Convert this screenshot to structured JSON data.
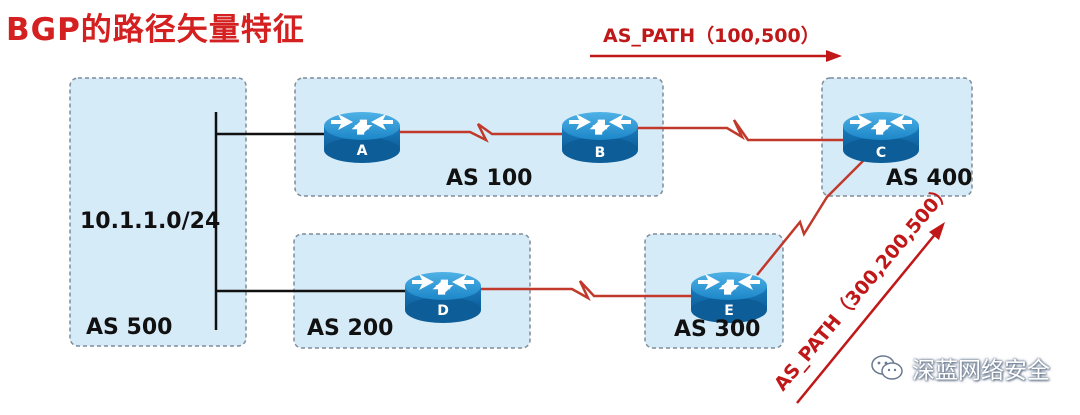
{
  "title": "BGP的路径矢量特征",
  "prefix": "10.1.1.0/24",
  "autonomous_systems": [
    {
      "id": "as500",
      "label": "AS 500"
    },
    {
      "id": "as100",
      "label": "AS 100"
    },
    {
      "id": "as200",
      "label": "AS 200"
    },
    {
      "id": "as300",
      "label": "AS 300"
    },
    {
      "id": "as400",
      "label": "AS 400"
    }
  ],
  "routers": [
    {
      "id": "A",
      "label": "A",
      "as": "AS 100"
    },
    {
      "id": "B",
      "label": "B",
      "as": "AS 100"
    },
    {
      "id": "C",
      "label": "C",
      "as": "AS 400"
    },
    {
      "id": "D",
      "label": "D",
      "as": "AS 200"
    },
    {
      "id": "E",
      "label": "E",
      "as": "AS 300"
    }
  ],
  "links": [
    {
      "from": "10.1.1.0/24",
      "to": "A"
    },
    {
      "from": "10.1.1.0/24",
      "to": "D"
    },
    {
      "from": "A",
      "to": "B"
    },
    {
      "from": "B",
      "to": "C"
    },
    {
      "from": "D",
      "to": "E"
    },
    {
      "from": "E",
      "to": "C"
    }
  ],
  "as_path_labels": {
    "upper": "AS_PATH（100,500）",
    "lower": "AS_PATH（300,200,500）"
  },
  "watermark": {
    "text": "深蓝网络安全",
    "icon": "wechat-icon"
  },
  "colors": {
    "title": "#d42020",
    "as_fill": "#d6ebf8",
    "as_border": "#7f8c99",
    "router_body": "#1776b8",
    "link": "#c0392b",
    "arrow": "#c01818"
  }
}
